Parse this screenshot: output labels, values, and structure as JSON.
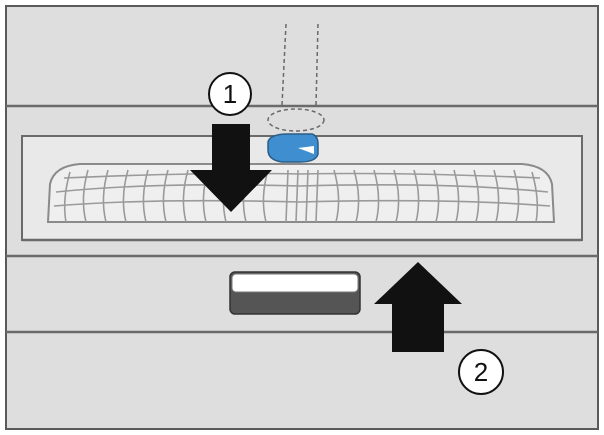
{
  "callouts": [
    {
      "label": "1"
    },
    {
      "label": "2"
    }
  ],
  "colors": {
    "frame": "#5a5a5a",
    "panel": "#dedede",
    "rack_bg": "#e9e9e9",
    "wire": "#8a8a8a",
    "arrow": "#111111",
    "spray_arm_fitting": "#3f8fd0",
    "handle_top": "#ffffff",
    "handle_bottom": "#555555"
  },
  "icons": {
    "step_1_arrow": "arrow-down",
    "step_2_arrow": "arrow-up"
  }
}
